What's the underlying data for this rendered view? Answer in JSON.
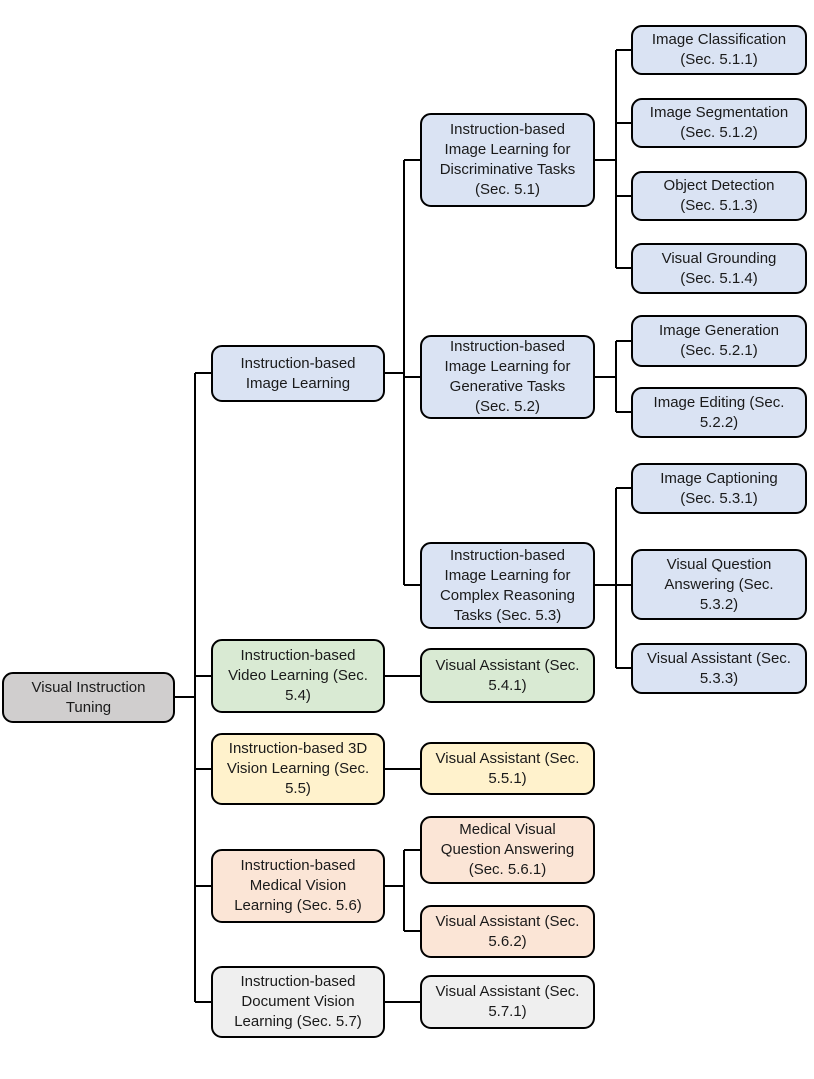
{
  "diagram": {
    "type": "taxonomy-tree",
    "orientation": "left-to-right"
  },
  "colors": {
    "root_node": "#d0cece",
    "image_branch": "#dae3f3",
    "video_branch": "#d9ead3",
    "vision_3d_branch": "#fff2cc",
    "medical_branch": "#fbe5d6",
    "document_branch": "#efefef",
    "node_border": "#000000",
    "connector": "#000000"
  },
  "tree": {
    "root": {
      "label": "Visual Instruction\nTuning"
    },
    "branches": [
      {
        "label": "Instruction-based\nImage Learning",
        "children": [
          {
            "label": "Instruction-based\nImage Learning for\nDiscriminative Tasks\n(Sec. 5.1)",
            "children": [
              {
                "label": "Image Classification\n(Sec. 5.1.1)"
              },
              {
                "label": "Image Segmentation\n(Sec. 5.1.2)"
              },
              {
                "label": "Object Detection\n(Sec. 5.1.3)"
              },
              {
                "label": "Visual Grounding\n(Sec. 5.1.4)"
              }
            ]
          },
          {
            "label": "Instruction-based\nImage Learning for\nGenerative Tasks\n(Sec. 5.2)",
            "children": [
              {
                "label": "Image Generation\n(Sec. 5.2.1)"
              },
              {
                "label": "Image Editing (Sec.\n5.2.2)"
              }
            ]
          },
          {
            "label": "Instruction-based\nImage Learning for\nComplex Reasoning\nTasks (Sec. 5.3)",
            "children": [
              {
                "label": "Image Captioning\n(Sec. 5.3.1)"
              },
              {
                "label": "Visual Question\nAnswering (Sec.\n5.3.2)"
              },
              {
                "label": "Visual Assistant (Sec.\n5.3.3)"
              }
            ]
          }
        ]
      },
      {
        "label": "Instruction-based\nVideo Learning (Sec.\n5.4)",
        "children": [
          {
            "label": "Visual Assistant (Sec.\n5.4.1)"
          }
        ]
      },
      {
        "label": "Instruction-based 3D\nVision Learning (Sec.\n5.5)",
        "children": [
          {
            "label": "Visual Assistant (Sec.\n5.5.1)"
          }
        ]
      },
      {
        "label": "Instruction-based\nMedical Vision\nLearning (Sec. 5.6)",
        "children": [
          {
            "label": "Medical Visual\nQuestion Answering\n(Sec. 5.6.1)"
          },
          {
            "label": "Visual Assistant (Sec.\n5.6.2)"
          }
        ]
      },
      {
        "label": "Instruction-based\nDocument Vision\nLearning (Sec. 5.7)",
        "children": [
          {
            "label": "Visual Assistant (Sec.\n5.7.1)"
          }
        ]
      }
    ]
  }
}
